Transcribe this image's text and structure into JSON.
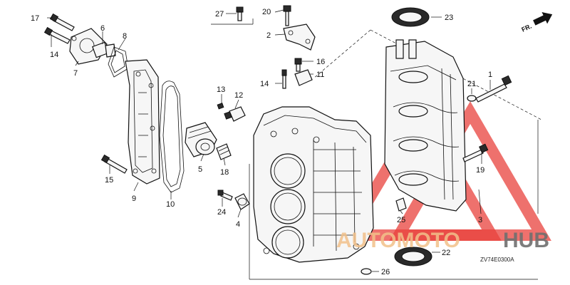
{
  "diagram": {
    "code": "ZV74E0300A",
    "direction_label": "FR.",
    "watermark": {
      "brand_part1": "AUTOMOTO",
      "brand_part2": "HUB",
      "color_main": "#f2c18a",
      "color_hub": "#6f6f6f",
      "color_triangle": "#e8413c"
    },
    "callouts": [
      "17",
      "14",
      "7",
      "6",
      "8",
      "27",
      "20",
      "2",
      "23",
      "16",
      "11",
      "14",
      "13",
      "12",
      "1",
      "21",
      "5",
      "18",
      "19",
      "15",
      "9",
      "10",
      "24",
      "4",
      "25",
      "3",
      "22",
      "26"
    ]
  }
}
